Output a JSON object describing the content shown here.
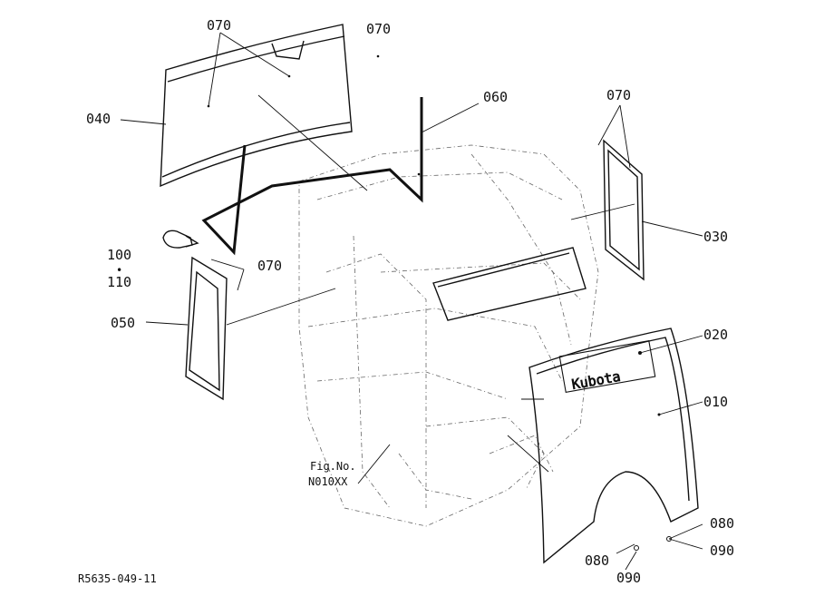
{
  "diagram": {
    "labels": {
      "p010": "010",
      "p020": "020",
      "p030": "030",
      "p040": "040",
      "p050": "050",
      "p060": "060",
      "p070a": "070",
      "p070b": "070",
      "p070c": "070",
      "p070d": "070",
      "p080a": "080",
      "p080b": "080",
      "p090a": "090",
      "p090b": "090",
      "p100": "100",
      "p110": "110",
      "dot": "•"
    },
    "fig_line1": "Fig.No.",
    "fig_line2": "N010XX",
    "code": "R5635-049-11",
    "brand": "Kubota"
  }
}
